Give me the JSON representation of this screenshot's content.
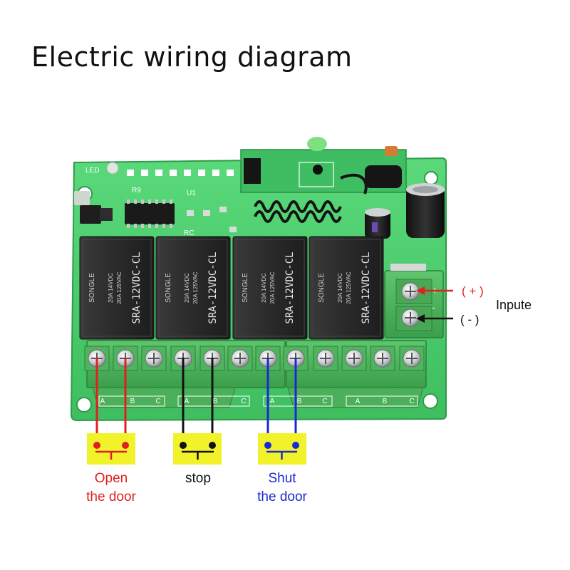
{
  "title": "Electric wiring diagram",
  "board": {
    "led_label": "LED",
    "r9_label": "R9",
    "u1_label": "U1",
    "rc_label": "RC",
    "relays": [
      {
        "model": "SRA-12VDC-CL",
        "brand": "SONGLE",
        "rating1": "20A 14VDC",
        "rating2": "20A 125VAC"
      },
      {
        "model": "SRA-12VDC-CL",
        "brand": "SONGLE",
        "rating1": "20A 14VDC",
        "rating2": "20A 125VAC"
      },
      {
        "model": "SRA-12VDC-CL",
        "brand": "SONGLE",
        "rating1": "20A 14VDC",
        "rating2": "20A 125VAC"
      },
      {
        "model": "SRA-12VDC-CL",
        "brand": "SONGLE",
        "rating1": "20A 14VDC",
        "rating2": "20A 125VAC"
      }
    ],
    "terminal_letters": [
      "A",
      "B",
      "C",
      "A",
      "B",
      "C",
      "A",
      "B",
      "C",
      "A",
      "B",
      "C"
    ],
    "power_plus": "+",
    "power_minus": "-"
  },
  "power_input": {
    "plus_label": "( + )",
    "minus_label": "( - )",
    "input_label": "Inpute",
    "plus_color": "#e02020",
    "minus_color": "#111111"
  },
  "buttons": [
    {
      "line1": "Open",
      "line2": "the door",
      "color": "#e02020"
    },
    {
      "line1": "stop",
      "line2": "",
      "color": "#111111"
    },
    {
      "line1": "Shut",
      "line2": "the door",
      "color": "#1a2ad0"
    }
  ],
  "colors": {
    "pcb": "#49c96a",
    "terminal": "#44b255",
    "relay": "#2a2a2a",
    "button_pad": "#f1f22a"
  }
}
